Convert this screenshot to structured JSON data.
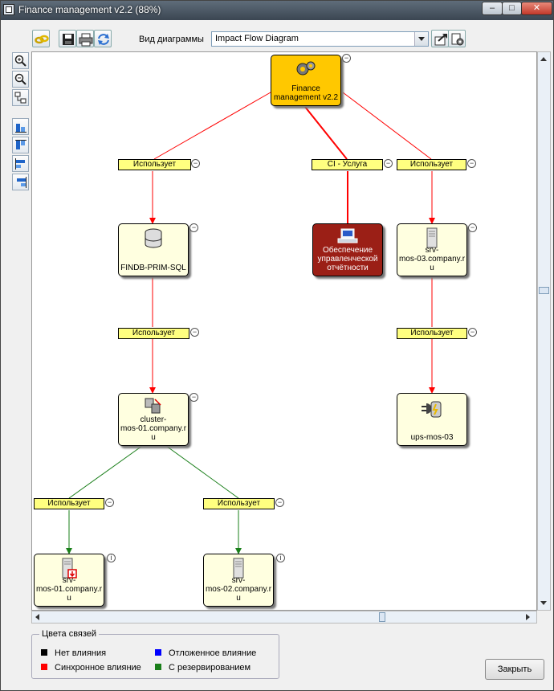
{
  "window": {
    "title": "Finance management v2.2 (88%)",
    "controls": {
      "minimize": "–",
      "maximize": "□",
      "close": "✕"
    }
  },
  "toolbar": {
    "diagram_type_label": "Вид диаграммы",
    "diagram_type_value": "Impact Flow Diagram",
    "icons": [
      "link-icon",
      "save-icon",
      "print-icon",
      "refresh-icon",
      "export-icon",
      "settings-icon"
    ]
  },
  "sidebar": {
    "icons": [
      "zoom-in-icon",
      "zoom-out-icon",
      "fit-icon",
      "align-bottom-icon",
      "align-top-icon",
      "align-left-icon",
      "align-right-icon"
    ]
  },
  "diagram": {
    "nodes": {
      "root": {
        "label": "Finance\nmanagement v2.2",
        "icon": "gears-icon"
      },
      "findb": {
        "label": "FINDB-PRIM-SQL",
        "icon": "database-icon"
      },
      "service": {
        "label": "Обеспечение\nуправленческой\nотчётности",
        "icon": "monitor-icon"
      },
      "srv03": {
        "label": "srv-\nmos-03.company.r\nu",
        "icon": "server-icon"
      },
      "cluster": {
        "label": "cluster-\nmos-01.company.r\nu",
        "icon": "cluster-icon"
      },
      "ups": {
        "label": "ups-mos-03",
        "icon": "battery-icon"
      },
      "srv01": {
        "label": "srv-\nmos-01.company.r\nu",
        "icon": "server-icon"
      },
      "srv02": {
        "label": "srv-\nmos-02.company.r\nu",
        "icon": "server-icon"
      }
    },
    "relations": {
      "uses": "Использует",
      "ci_service": "CI - Услуга"
    },
    "collapse_symbol": "−",
    "info_symbol": "i",
    "colors": {
      "sync": "#ff0000",
      "backup": "#2e7d32"
    }
  },
  "legend": {
    "title": "Цвета связей",
    "items": [
      {
        "label": "Нет влияния",
        "color": "#000000"
      },
      {
        "label": "Отложенное влияние",
        "color": "#0000ff"
      },
      {
        "label": "Синхронное влияние",
        "color": "#ff0000"
      },
      {
        "label": "С резервированием",
        "color": "#1a7f1a"
      }
    ]
  },
  "buttons": {
    "close_label": "Закрыть"
  }
}
